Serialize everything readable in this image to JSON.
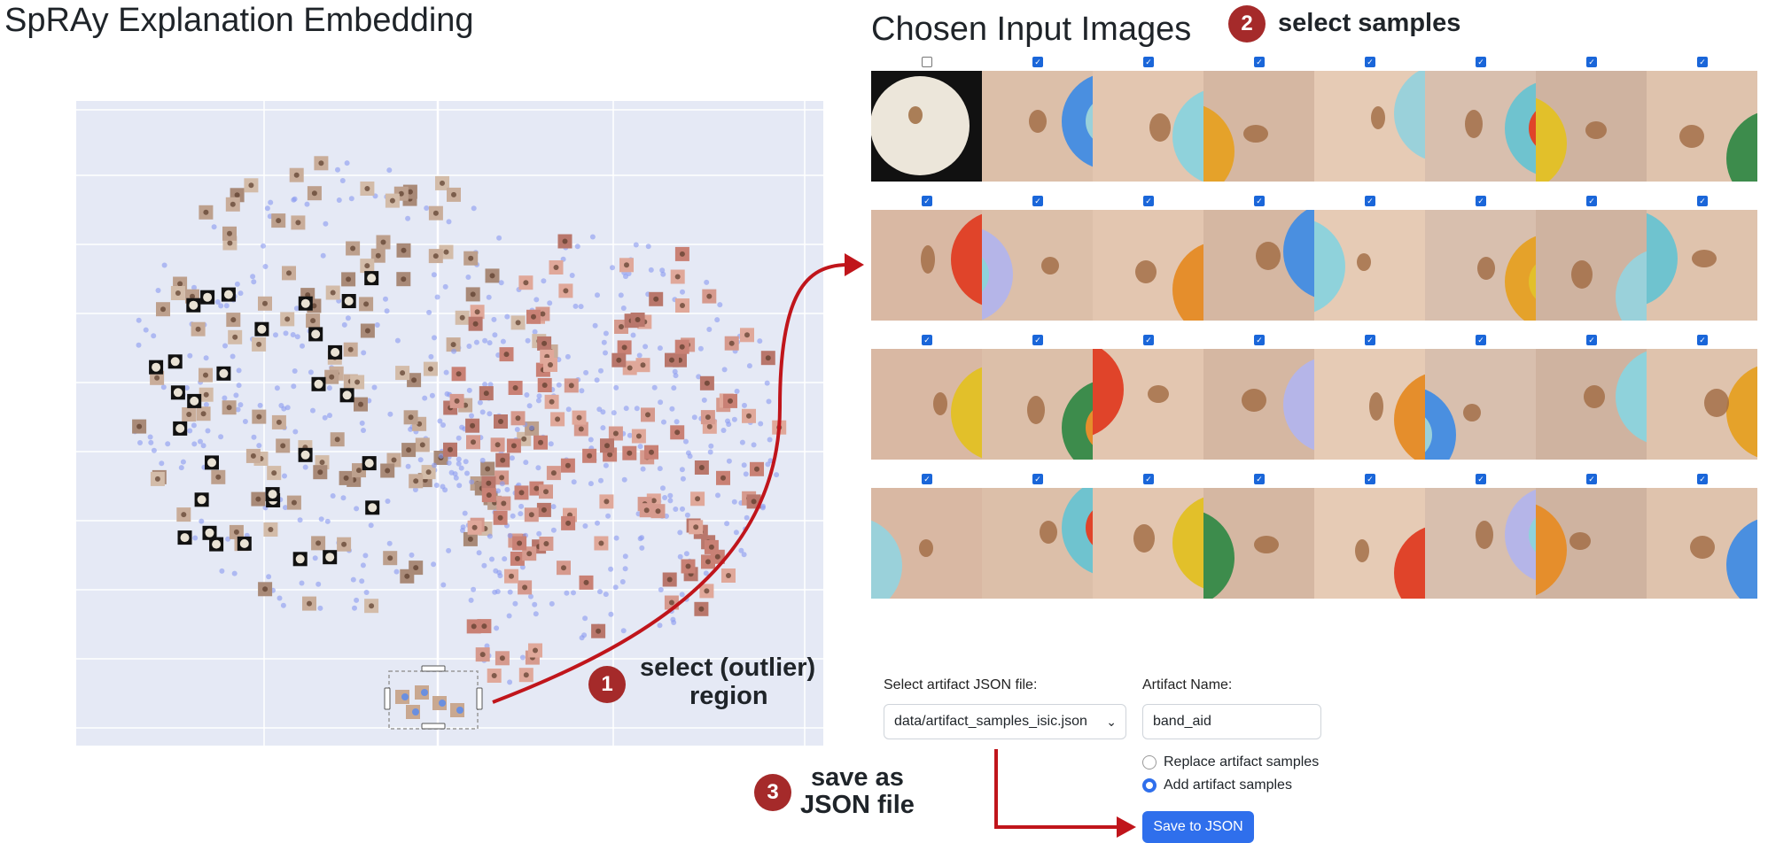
{
  "left_panel": {
    "title": "SpRAy Explanation Embedding"
  },
  "right_panel": {
    "title": "Chosen Input Images",
    "grid": {
      "columns": 8,
      "rows": 4,
      "checked": [
        [
          false,
          true,
          true,
          true,
          true,
          true,
          true,
          true
        ],
        [
          true,
          true,
          true,
          true,
          true,
          true,
          true,
          true
        ],
        [
          true,
          true,
          true,
          true,
          true,
          true,
          true,
          true
        ],
        [
          true,
          true,
          true,
          true,
          true,
          true,
          true,
          true
        ]
      ]
    }
  },
  "annotations": {
    "step1": {
      "number": "1",
      "line1": "select (outlier)",
      "line2": "region"
    },
    "step2": {
      "number": "2",
      "text": "select samples"
    },
    "step3": {
      "number": "3",
      "line1": "save as",
      "line2": "JSON file"
    }
  },
  "form": {
    "file_label": "Select artifact JSON file:",
    "file_value": "data/artifact_samples_isic.json",
    "name_label": "Artifact Name:",
    "name_value": "band_aid",
    "radio_replace": "Replace artifact samples",
    "radio_add": "Add artifact samples",
    "selected_mode": "add",
    "save_label": "Save to JSON"
  },
  "colors": {
    "accent_red": "#a52a2a",
    "arrow_red": "#c0151b",
    "primary_blue": "#2f6fec",
    "plot_bg": "#e5e9f5",
    "point_blue": "#8899f0"
  }
}
